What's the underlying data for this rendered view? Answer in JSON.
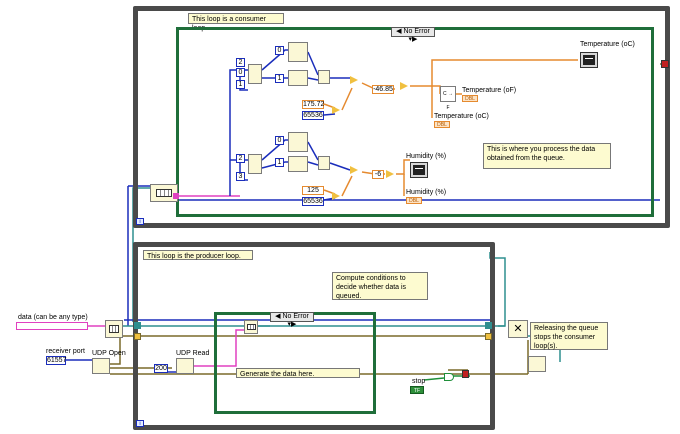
{
  "consumer": {
    "note": "This loop is a consumer loop.",
    "case_selector": "No Error",
    "const_175_72": "175.72",
    "const_65536_a": "65536",
    "const_neg46_85": "-46.85",
    "const_125": "125",
    "const_65536_b": "65536",
    "const_neg6": "-6",
    "c_to_f": "C → F",
    "temp_oc_top_label": "Temperature (oC)",
    "temp_of_label": "Temperature (oF)",
    "temp_oc_label": "Temperature (oC)",
    "humidity_graph_label": "Humidity (%)",
    "humidity_label": "Humidity (%)",
    "process_note": "This is where you process the data obtained from the queue.",
    "iteration": "i"
  },
  "producer": {
    "note": "This loop is the producer loop.",
    "compute_note": "Compute conditions to decide whether data is queued.",
    "case_selector": "No Error",
    "generate_note": "Generate the data here.",
    "stop_label": "stop",
    "stop_value": "TF",
    "iteration": "i"
  },
  "outside": {
    "data_label": "data (can be any type)",
    "receiver_port_label": "receiver port",
    "receiver_port_value": "61557",
    "udp_open_label": "UDP Open",
    "udp_read_label": "UDP Read",
    "const_200": "200",
    "release_note": "Releasing the queue stops the consumer loop(s)."
  },
  "colors": {
    "loop_border": "#4a4a4a",
    "case_border": "#1f6e3a",
    "wire_blue": "#1a2dbb",
    "wire_orange": "#e58a2f",
    "wire_pink": "#e040c0",
    "wire_brown": "#7a6a2a",
    "wire_teal": "#2f8f8f"
  }
}
